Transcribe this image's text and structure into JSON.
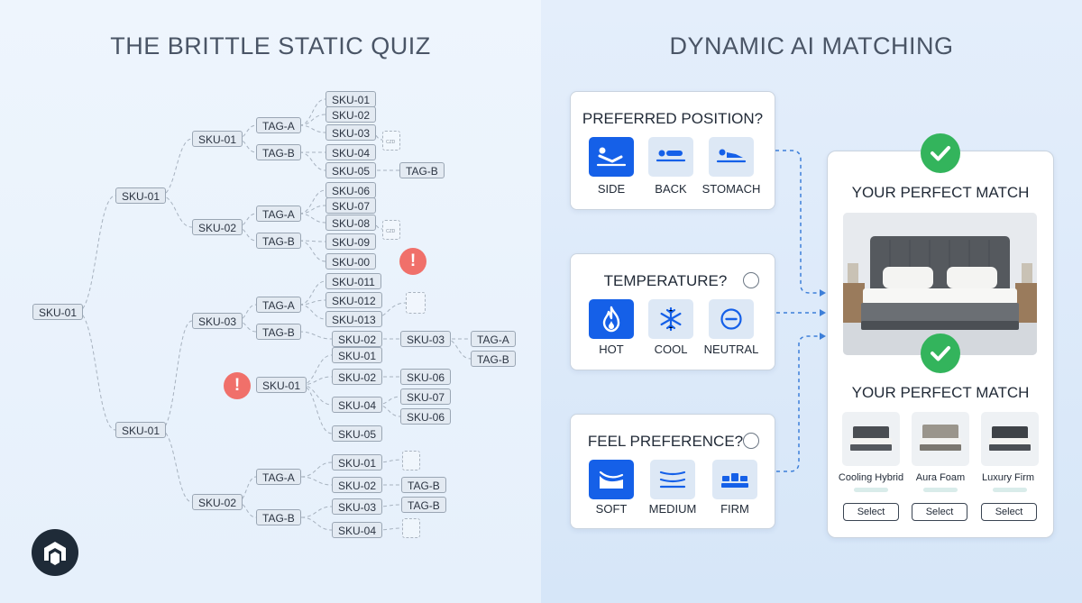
{
  "headings": {
    "left": "THE BRITTLE STATIC QUIZ",
    "right": "DYNAMIC AI MATCHING"
  },
  "tree_labels": {
    "n1": "SKU-01",
    "n2": "SKU-01",
    "n3": "SKU-01",
    "n4": "SKU-02",
    "n5": "SKU-03",
    "n6": "SKU-01",
    "n7": "SKU-01",
    "n8": "SKU-02",
    "n9": "TAG-A",
    "n10": "TAG-B",
    "n11": "TAG-A",
    "n12": "TAG-B",
    "n13": "TAG-A",
    "n14": "TAG-B",
    "n15": "TAG-A",
    "n16": "TAG-B",
    "n17": "SKU-01",
    "n18": "SKU-02",
    "n19": "SKU-03",
    "n20": "SKU-04",
    "n21": "SKU-05",
    "n22": "TAG-B",
    "n23": "SKU-06",
    "n24": "SKU-07",
    "n25": "SKU-08",
    "n26": "SKU-09",
    "n27": "SKU-00",
    "n28": "SKU-011",
    "n29": "SKU-012",
    "n30": "SKU-013",
    "n31": "SKU-02",
    "n32": "SKU-03",
    "n33": "TAG-A",
    "n34": "TAG-B",
    "n35": "SKU-01",
    "n36": "SKU-02",
    "n37": "SKU-06",
    "n38": "SKU-04",
    "n39": "SKU-07",
    "n40": "SKU-06",
    "n41": "SKU-05",
    "n42": "SKU-01",
    "n43": "SKU-02",
    "n44": "TAG-B",
    "n45": "SKU-03",
    "n46": "TAG-B",
    "n47": "SKU-04",
    "ghost_caption": "CZD"
  },
  "alerts": {
    "symbol": "!"
  },
  "quiz": {
    "position": {
      "title": "PREFERRED POSITION?",
      "options": [
        "SIDE",
        "BACK",
        "STOMACH"
      ]
    },
    "temperature": {
      "title": "TEMPERATURE?",
      "options": [
        "HOT",
        "COOL",
        "NEUTRAL"
      ]
    },
    "feel": {
      "title": "FEEL PREFERENCE?",
      "options": [
        "SOFT",
        "MEDIUM",
        "FIRM"
      ]
    }
  },
  "result": {
    "title_top": "YOUR PERFECT MATCH",
    "title_bottom": "YOUR PERFECT MATCH",
    "products": [
      {
        "name": "Cooling Hybrid",
        "button": "Select"
      },
      {
        "name": "Aura Foam",
        "button": "Select"
      },
      {
        "name": "Luxury Firm",
        "button": "Select"
      }
    ]
  },
  "colors": {
    "accent_blue": "#1560e8",
    "check_green": "#33b45c",
    "alert_red": "#f0706a",
    "connector_blue": "#3d7fd9"
  },
  "icons": {
    "position": [
      "side-sleeper-icon",
      "back-sleeper-icon",
      "stomach-sleeper-icon"
    ],
    "temperature": [
      "flame-icon",
      "snowflake-icon",
      "minus-circle-icon"
    ],
    "feel": [
      "soft-wave-icon",
      "medium-layers-icon",
      "firm-blocks-icon"
    ]
  }
}
